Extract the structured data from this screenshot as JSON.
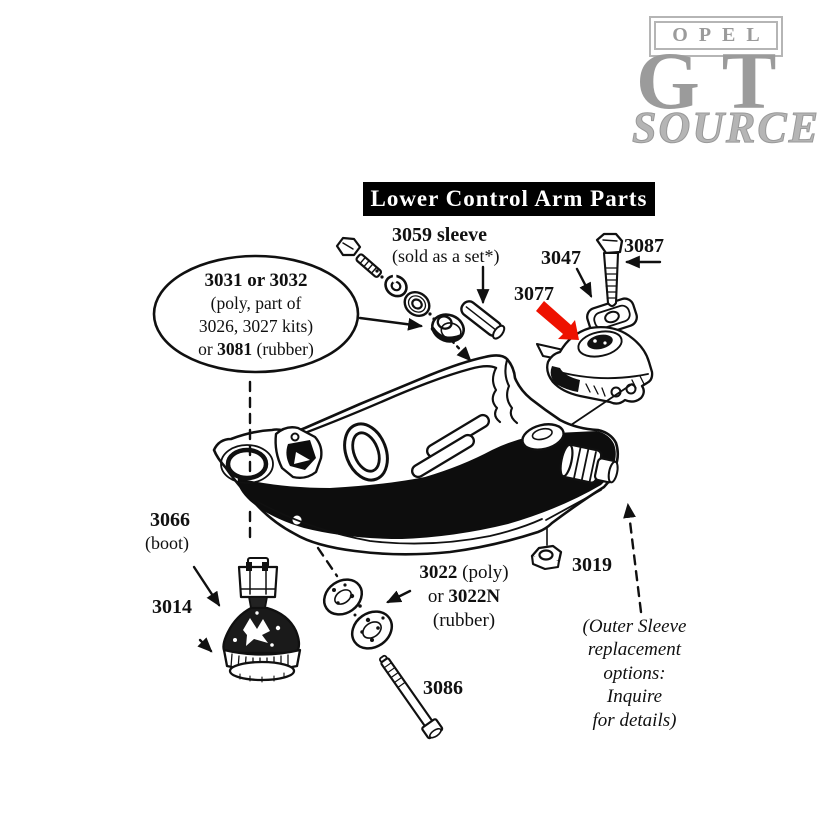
{
  "logo": {
    "opel": "OPEL",
    "gt": "GT",
    "source": "SOURCE"
  },
  "banner": {
    "title": "Lower Control Arm Parts"
  },
  "callouts": {
    "sleeve3059": {
      "title": "3059 sleeve",
      "sub": "(sold as a set*)"
    },
    "p3047": "3047",
    "p3087": "3087",
    "p3077": "3077",
    "oval": {
      "l1": "3031 or 3032",
      "l2": "(poly, part of",
      "l3": "3026, 3027 kits)",
      "l4a": "or ",
      "l4b": "3081",
      "l4c": " (rubber)"
    },
    "p3066": "3066",
    "p3066sub": "(boot)",
    "p3014": "3014",
    "p3022": {
      "l1a": "3022",
      "l1b": " (poly)",
      "l2a": "or ",
      "l2b": "3022N",
      "l3": "(rubber)"
    },
    "p3086": "3086",
    "p3019": "3019",
    "note": {
      "l1": "(Outer Sleeve",
      "l2": "replacement",
      "l3": "options:",
      "l4": "Inquire",
      "l5": "for details)"
    }
  },
  "colors": {
    "highlight": "#ee1100",
    "ink": "#101010",
    "logo_gray": "#9b9b9b",
    "logo_light": "#b5b5b5",
    "banner_bg": "#000000",
    "banner_fg": "#ffffff",
    "paper": "#ffffff"
  }
}
